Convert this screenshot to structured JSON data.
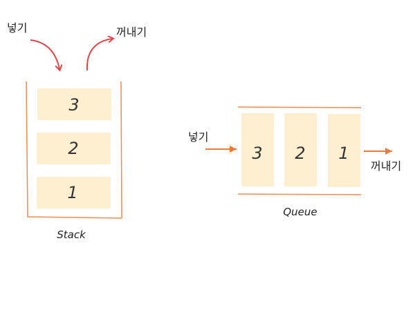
{
  "colors": {
    "outline": "#ee8a4a",
    "item_fill": "#fdefd0",
    "curve_arrow": "#e0454a",
    "straight_arrow": "#ee7a3a"
  },
  "stack": {
    "caption": "Stack",
    "push_label": "넣기",
    "pop_label": "꺼내기",
    "items": [
      "3",
      "2",
      "1"
    ]
  },
  "queue": {
    "caption": "Queue",
    "enqueue_label": "넣기",
    "dequeue_label": "꺼내기",
    "items": [
      "3",
      "2",
      "1"
    ]
  }
}
